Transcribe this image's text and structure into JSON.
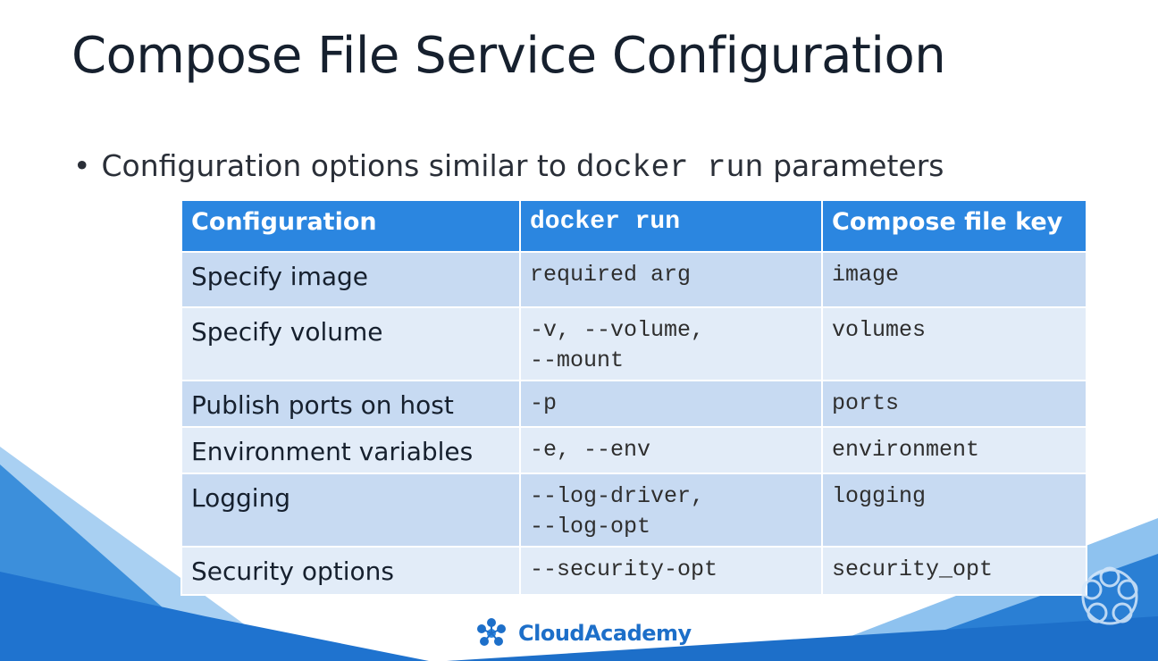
{
  "slide": {
    "title": "Compose File Service Configuration",
    "bullet": {
      "prefix": "Configuration options similar to ",
      "code": "docker run",
      "suffix": " parameters"
    }
  },
  "table": {
    "headers": [
      "Configuration",
      "docker run",
      "Compose file key"
    ],
    "rows": [
      {
        "configuration": "Specify image",
        "docker_run": "required arg",
        "compose_key": "image"
      },
      {
        "configuration": "Specify volume",
        "docker_run": "-v, --volume,\n--mount",
        "compose_key": "volumes"
      },
      {
        "configuration": "Publish ports on host",
        "docker_run": "-p",
        "compose_key": "ports"
      },
      {
        "configuration": "Environment variables",
        "docker_run": "-e, --env",
        "compose_key": "environment"
      },
      {
        "configuration": "Logging",
        "docker_run": "--log-driver,\n--log-opt",
        "compose_key": "logging"
      },
      {
        "configuration": "Security options",
        "docker_run": "--security-opt",
        "compose_key": "security_opt"
      }
    ]
  },
  "branding": {
    "name": "CloudAcademy",
    "logo_icon": "cloudacademy-logo-icon",
    "corner_icon": "cloudacademy-watermark-icon"
  },
  "colors": {
    "header_blue": "#2b86e0",
    "row_dark": "#c7daf2",
    "row_light": "#e2ecf8",
    "background_blue": "#2a7fd4",
    "brand_blue": "#1d6fc9"
  }
}
